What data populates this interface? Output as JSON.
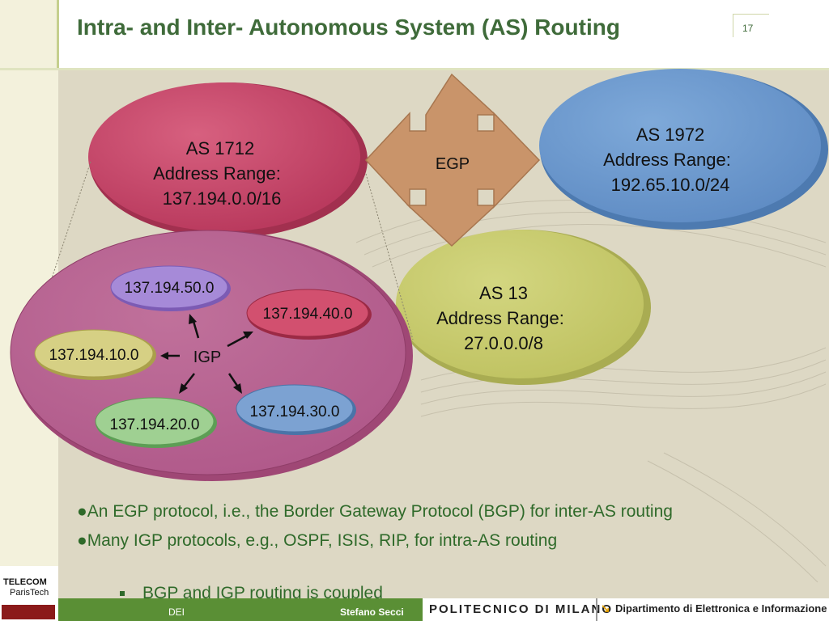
{
  "slide": {
    "title": "Intra- and Inter- Autonomous System (AS) Routing",
    "page_number": "17"
  },
  "diagram": {
    "egp_label": "EGP",
    "igp_label": "IGP",
    "as_1712": {
      "line1": "AS 1712",
      "line2": "Address Range:",
      "line3": "137.194.0.0/16",
      "color": "#c8476e"
    },
    "as_1972": {
      "line1": "AS 1972",
      "line2": "Address Range:",
      "line3": "192.65.10.0/24",
      "color": "#6f9bd0"
    },
    "as_13": {
      "line1": "AS 13",
      "line2": "Address Range:",
      "line3": "27.0.0.0/8",
      "color": "#c9cc72"
    },
    "subnets": {
      "s50": "137.194.50.0",
      "s40": "137.194.40.0",
      "s10": "137.194.10.0",
      "s30": "137.194.30.0",
      "s20": "137.194.20.0"
    }
  },
  "bullets": {
    "b1": "An EGP protocol, i.e., the Border Gateway Protocol (BGP) for inter-AS routing",
    "b2": "Many IGP protocols, e.g., OSPF, ISIS, RIP, for intra-AS routing",
    "sub1": "BGP and IGP routing is coupled"
  },
  "footer": {
    "dei": "DEI",
    "author": "Stefano Secci",
    "university": "POLITECNICO DI MILANO",
    "department": "Dipartimento di Elettronica e Informazione",
    "logo_line1": "TELECOM",
    "logo_line2": "ParisTech"
  }
}
